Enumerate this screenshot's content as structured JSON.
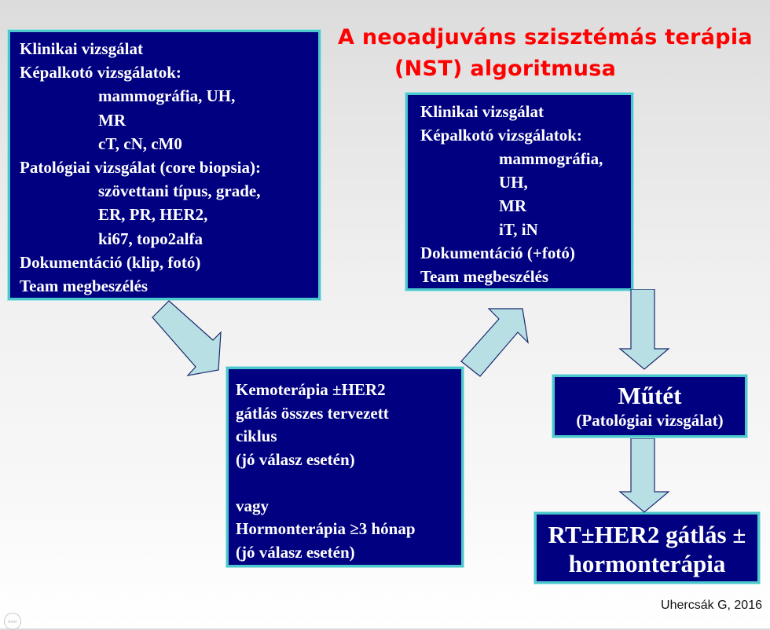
{
  "title": {
    "line1": "A neoadjuváns szisztémás terápia",
    "line2": "(NST) algoritmusa",
    "color": "#ff0000"
  },
  "colors": {
    "box_fill": "#000080",
    "box_border": "#4cc8cc",
    "box_text": "#ffffff",
    "arrow_fill": "#b8e0e4",
    "arrow_stroke": "#1a2a6e"
  },
  "boxes": {
    "initial_workup": {
      "lines": [
        {
          "text": "Klinikai vizsgálat",
          "indent": false
        },
        {
          "text": "Képalkotó vizsgálatok:",
          "indent": false
        },
        {
          "text": "mammográfia, UH,",
          "indent": true
        },
        {
          "text": "MR",
          "indent": true
        },
        {
          "text": "cT, cN, cM0",
          "indent": true
        },
        {
          "text": "Patológiai vizsgálat (core biopsia):",
          "indent": false
        },
        {
          "text": "szövettani típus, grade,",
          "indent": true
        },
        {
          "text": "ER, PR, HER2,",
          "indent": true
        },
        {
          "text": "ki67, topo2alfa",
          "indent": true
        },
        {
          "text": "Dokumentáció (klip, fotó)",
          "indent": false
        },
        {
          "text": "Team megbeszélés",
          "indent": false
        }
      ]
    },
    "neoadjuvant_therapy": {
      "lines": [
        {
          "text": "Kemoterápia ±HER2"
        },
        {
          "text": "gátlás összes tervezett"
        },
        {
          "text": "ciklus"
        },
        {
          "text": "(jó válasz esetén)"
        },
        {
          "text": ""
        },
        {
          "text": "vagy"
        },
        {
          "text": "Hormonterápia ≥3 hónap"
        },
        {
          "text": "(jó válasz esetén)"
        }
      ]
    },
    "interim_evaluation": {
      "lines": [
        {
          "text": "Klinikai vizsgálat",
          "indent": false
        },
        {
          "text": "Képalkotó vizsgálatok:",
          "indent": false
        },
        {
          "text": "mammográfia,",
          "indent": true
        },
        {
          "text": "UH,",
          "indent": true
        },
        {
          "text": "MR",
          "indent": true
        },
        {
          "text": "iT, iN",
          "indent": true
        },
        {
          "text": "Dokumentáció (+fotó)",
          "indent": false
        },
        {
          "text": "Team megbeszélés",
          "indent": false
        }
      ]
    },
    "surgery": {
      "title": "Műtét",
      "subtitle": "(Patológiai vizsgálat)"
    },
    "adjuvant": {
      "line1": "RT±HER2 gátlás ±",
      "line2": "hormonterápia"
    }
  },
  "arrows": [
    {
      "from": "initial_workup",
      "to": "neoadjuvant_therapy",
      "direction": "down-right"
    },
    {
      "from": "neoadjuvant_therapy",
      "to": "interim_evaluation",
      "direction": "up-right"
    },
    {
      "from": "interim_evaluation",
      "to": "surgery",
      "direction": "down"
    },
    {
      "from": "surgery",
      "to": "adjuvant",
      "direction": "down"
    }
  ],
  "citation": "Uhercsák G, 2016",
  "slide_menu_icon": "ooo"
}
